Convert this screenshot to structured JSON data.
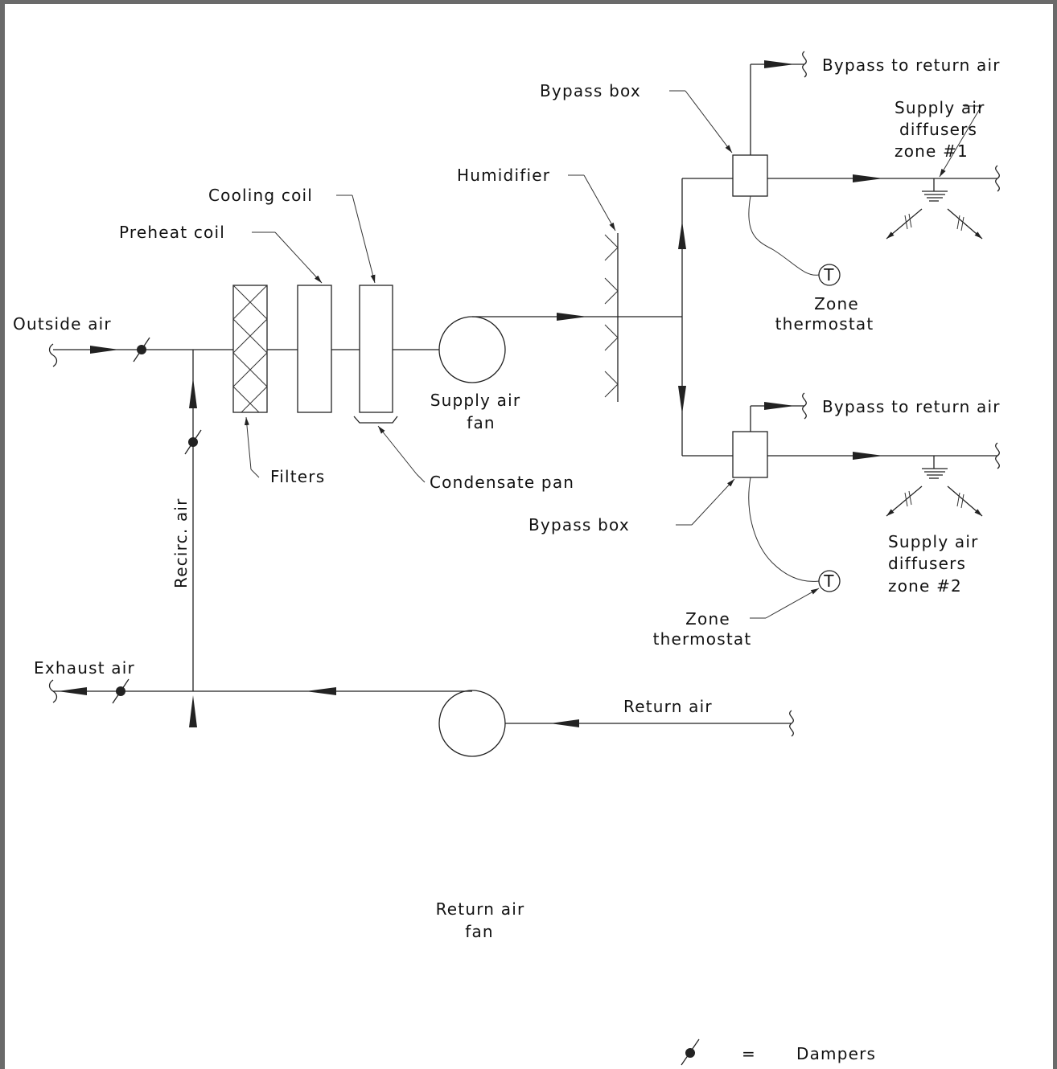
{
  "labels": {
    "outside_air": "Outside air",
    "exhaust_air": "Exhaust air",
    "recirc_air": "Recirc. air",
    "return_air": "Return air",
    "filters": "Filters",
    "preheat_coil": "Preheat coil",
    "cooling_coil": "Cooling coil",
    "condensate_pan": "Condensate pan",
    "supply_fan_l1": "Supply air",
    "supply_fan_l2": "fan",
    "return_fan_l1": "Return air",
    "return_fan_l2": "fan",
    "humidifier": "Humidifier",
    "bypass_box_1": "Bypass box",
    "bypass_box_2": "Bypass box",
    "bypass_return_1": "Bypass to return air",
    "bypass_return_2": "Bypass to return air",
    "zone1_l1": "Supply air",
    "zone1_l2": "diffusers",
    "zone1_l3": "zone #1",
    "zone2_l1": "Supply air",
    "zone2_l2": "diffusers",
    "zone2_l3": "zone #2",
    "thermo1_l1": "Zone",
    "thermo1_l2": "thermostat",
    "thermo2_l1": "Zone",
    "thermo2_l2": "thermostat",
    "thermostat_symbol_1": "T",
    "thermostat_symbol_2": "T",
    "legend_equals": "=",
    "legend_dampers": "Dampers"
  },
  "icons": [
    "damper-icon",
    "thermostat-icon",
    "fan-icon",
    "diffuser-icon",
    "filter-icon",
    "coil-icon"
  ],
  "colors": {
    "line": "#222222",
    "border": "#6a6a6a",
    "background": "#ffffff"
  }
}
